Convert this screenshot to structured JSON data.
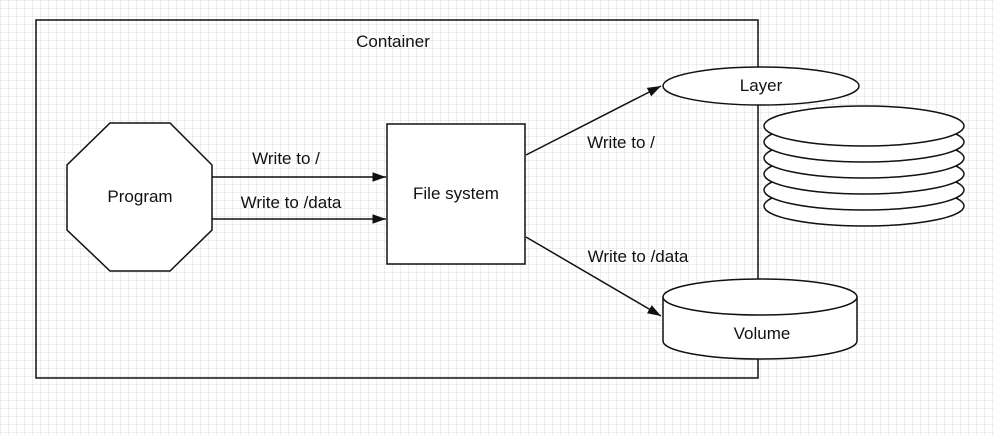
{
  "diagram": {
    "container_label": "Container",
    "program_label": "Program",
    "filesystem_label": "File system",
    "layer_label": "Layer",
    "volume_label": "Volume",
    "edge_labels": {
      "program_write_root": "Write to /",
      "program_write_data": "Write to /data",
      "fs_write_root": "Write to /",
      "fs_write_data": "Write to /data"
    }
  }
}
